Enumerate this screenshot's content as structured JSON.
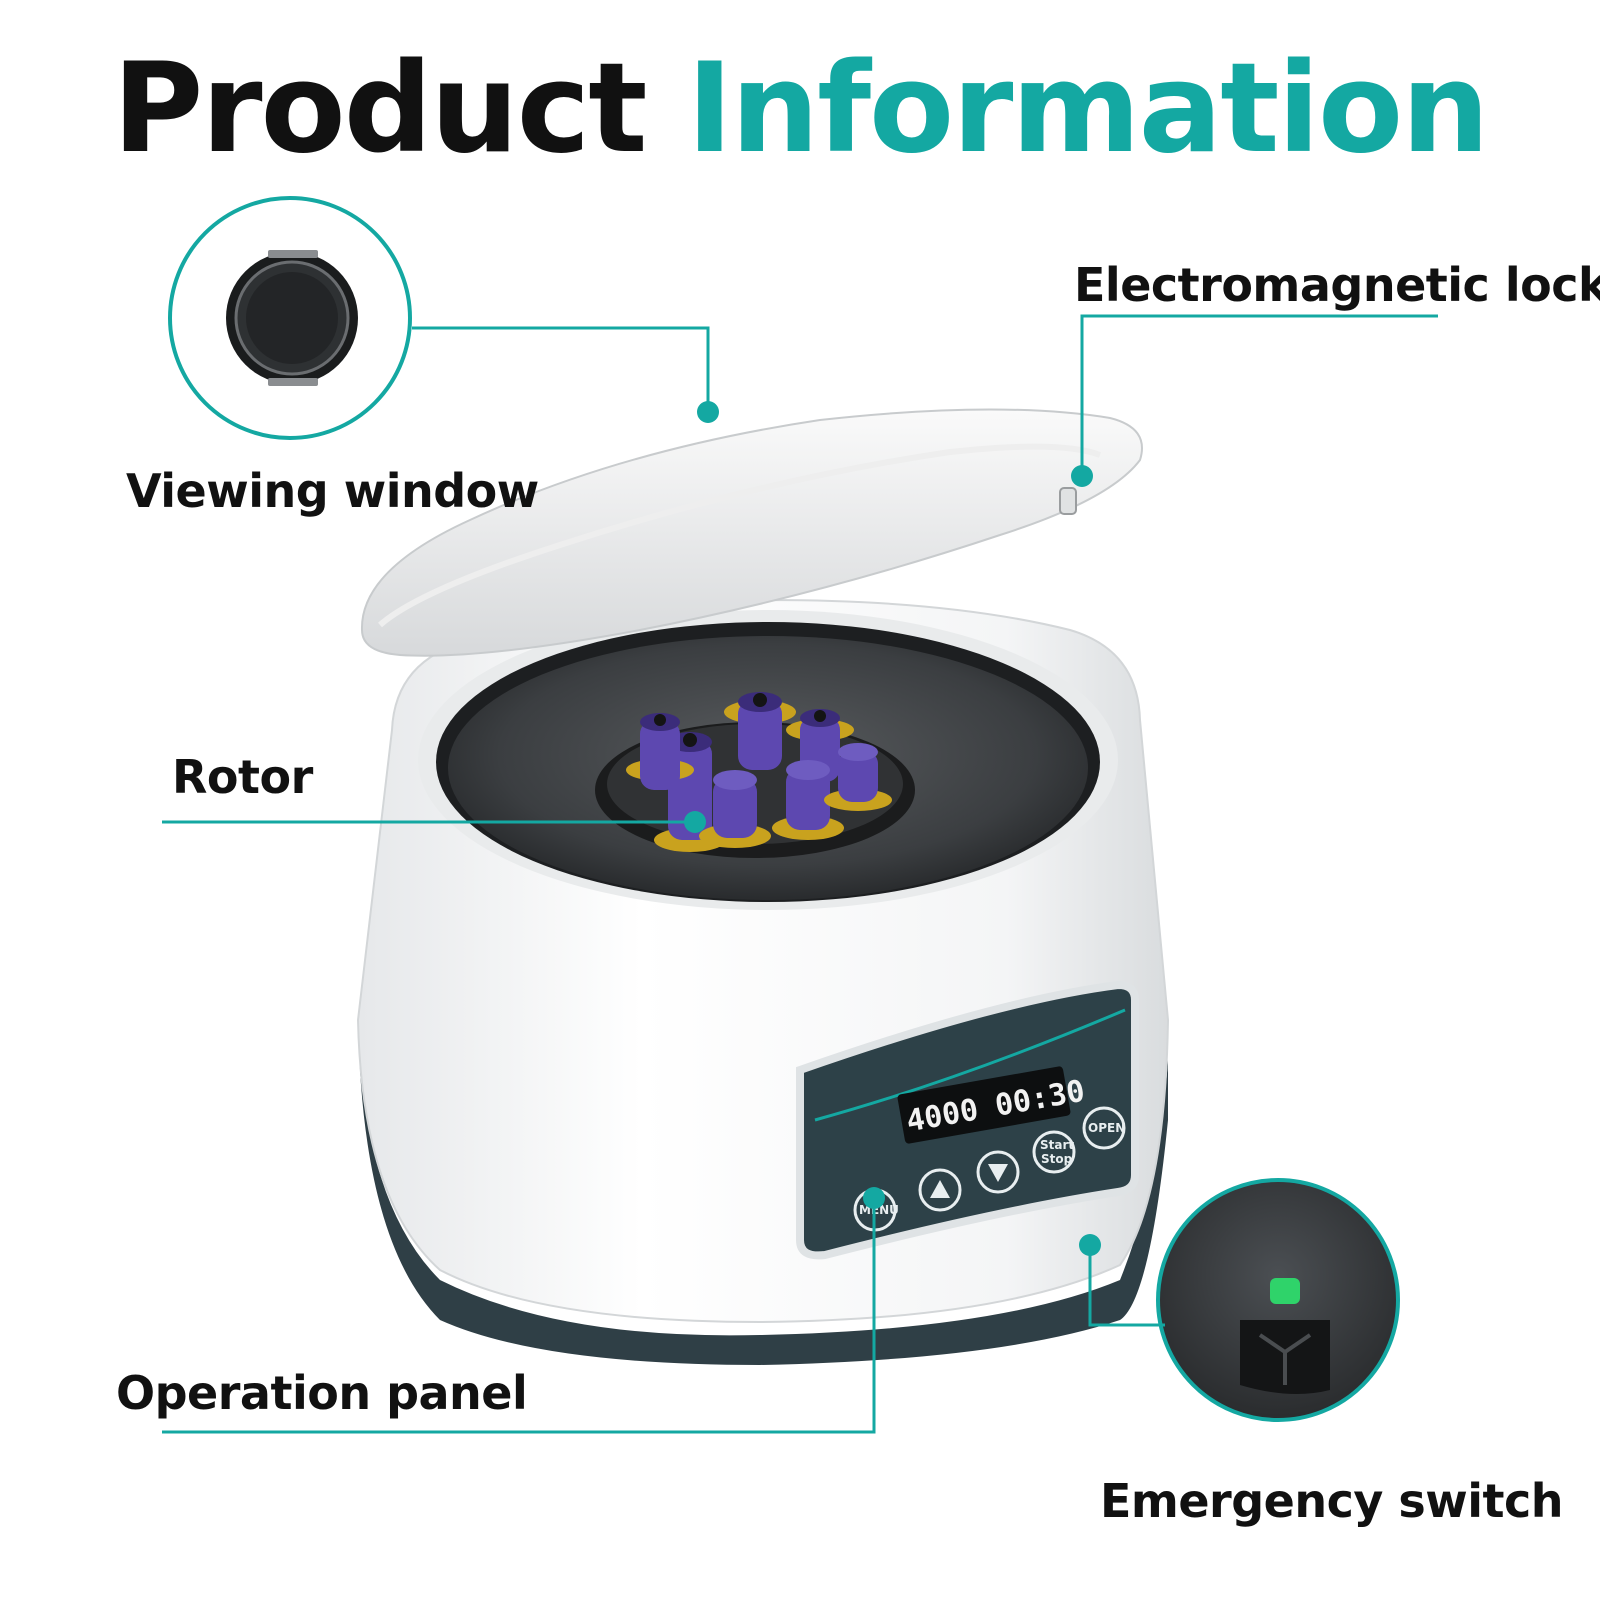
{
  "title": {
    "part1": "Product",
    "part2": "Information"
  },
  "colors": {
    "accent": "#14a8a2",
    "title_dark": "#111111",
    "panel": "#2d4148",
    "base": "#2f3f46",
    "tube": "#5d48b0",
    "ring": "#c9a21e",
    "switch_green": "#2fd36a"
  },
  "labels": {
    "viewing_window": "Viewing window",
    "electromagnetic_lock": "Electromagnetic lock",
    "rotor": "Rotor",
    "operation_panel": "Operation panel",
    "emergency_switch": "Emergency switch"
  },
  "panel": {
    "speed": "4000",
    "time": "00:30",
    "buttons": {
      "menu": "MENU",
      "start": "Start",
      "stop": "Stop",
      "open": "OPEN"
    }
  },
  "icons": {
    "up": "triangle-up-icon",
    "down": "triangle-down-icon"
  }
}
